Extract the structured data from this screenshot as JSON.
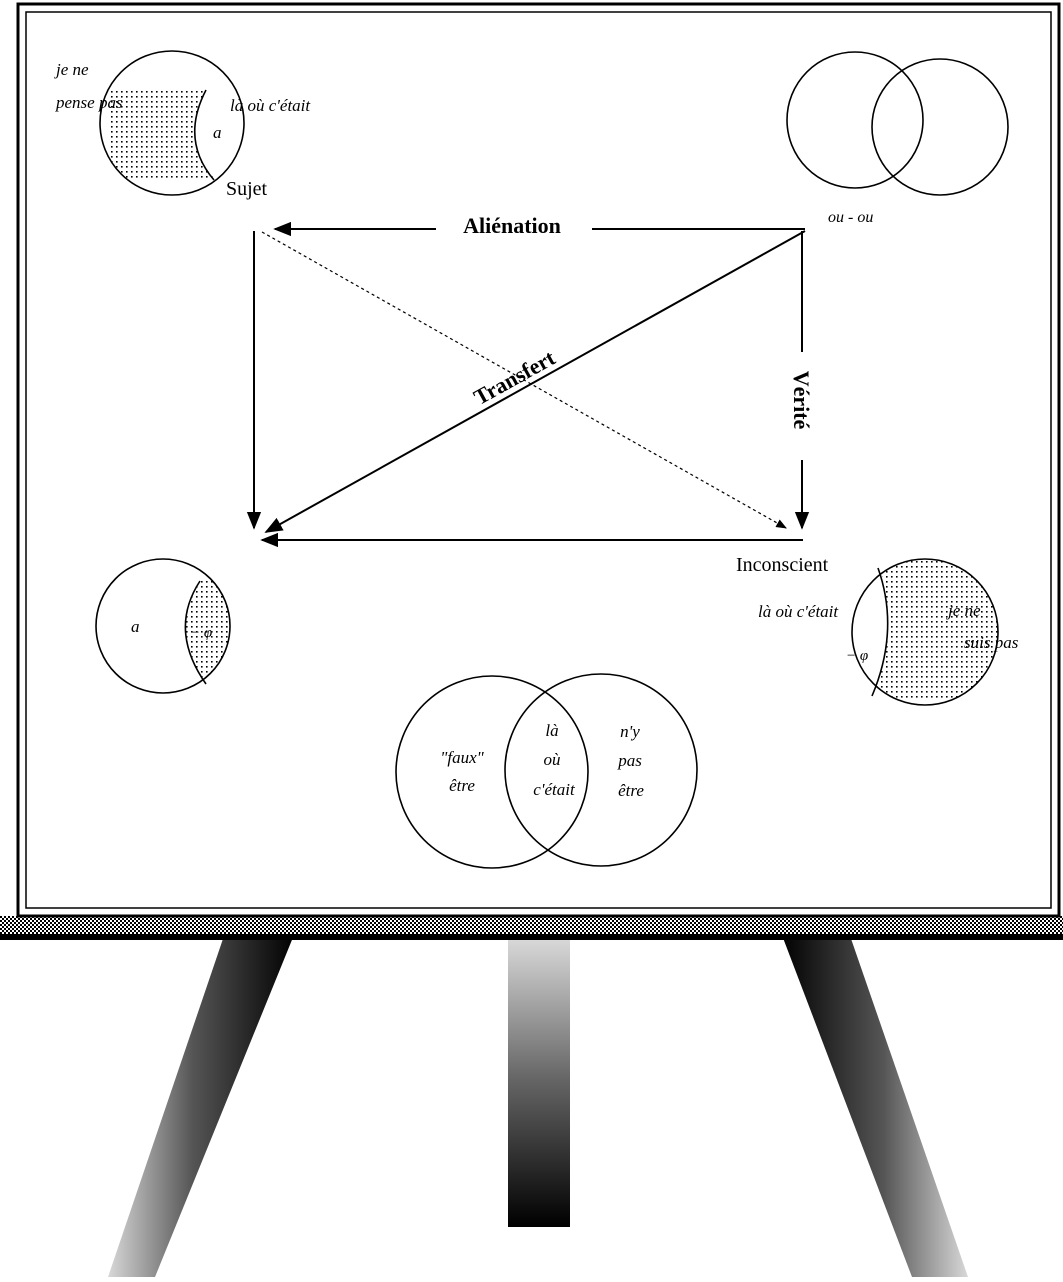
{
  "diagram": {
    "title_labels": {
      "alienation": "Aliénation",
      "transfert": "Transfert",
      "verite": "Vérité",
      "sujet": "Sujet",
      "inconscient": "Inconscient",
      "ou_ou": "ou - ou"
    },
    "sujet_circle": {
      "outside_line1": "je ne",
      "outside_line2": "pense pas",
      "inside_label": "là où c'était",
      "object_a": "a"
    },
    "left_small_circle": {
      "a_label": "a",
      "minus_phi": "− φ"
    },
    "inconscient_circle": {
      "inside_label": "là où c'était",
      "minus_phi": "− φ",
      "right_line1": "je ne",
      "right_line2": "suis pas"
    },
    "bottom_venn": {
      "left_line1": "\"faux\"",
      "left_line2": "être",
      "middle_line1": "là",
      "middle_line2": "où",
      "middle_line3": "c'était",
      "right_line1": "n'y",
      "right_line2": "pas",
      "right_line3": "être"
    }
  },
  "colors": {
    "ink": "#000000",
    "board": "#ffffff",
    "dither": "#808080"
  }
}
